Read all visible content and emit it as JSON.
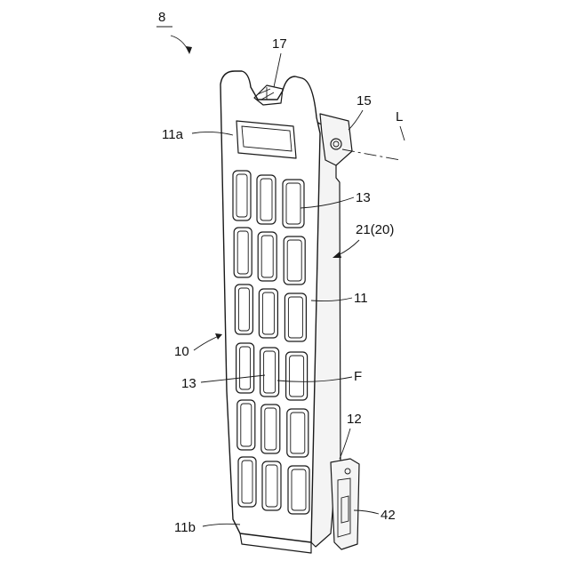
{
  "figure": {
    "ref_8": "8",
    "ref_17": "17",
    "ref_15": "15",
    "ref_L": "L",
    "ref_11a": "11a",
    "ref_13_top": "13",
    "ref_21_20": "21(20)",
    "ref_11": "11",
    "ref_10": "10",
    "ref_13_mid": "13",
    "ref_F": "F",
    "ref_12": "12",
    "ref_42": "42",
    "ref_11b": "11b"
  }
}
